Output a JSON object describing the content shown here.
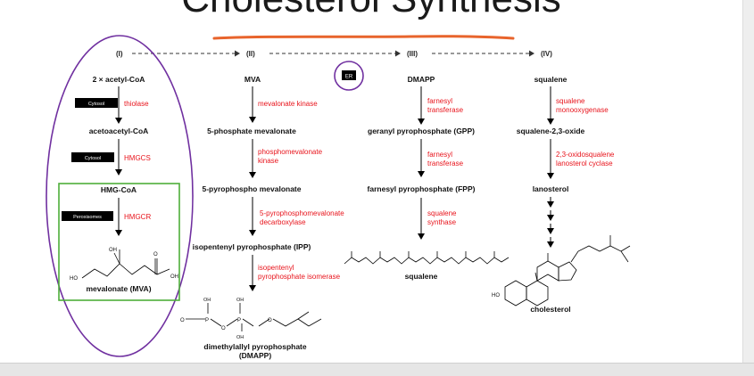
{
  "title": "Cholesterol Synthesis",
  "stages": {
    "i": "(I)",
    "ii": "(II)",
    "iii": "(III)",
    "iv": "(IV)"
  },
  "er_badge": "ER",
  "col1": {
    "start": "2 × acetyl-CoA",
    "loc1": "Cytosol",
    "enz1": "thiolase",
    "m2": "acetoacetyl-CoA",
    "loc2": "Cytosol",
    "enz2": "HMGCS",
    "m3": "HMG-CoA",
    "loc3": "Peroxisomes",
    "enz3": "HMGCR",
    "struct_ho": "HO",
    "struct_oh_top": "OH",
    "struct_o": "O",
    "struct_oh": "OH",
    "product": "mevalonate (MVA)"
  },
  "col2": {
    "m1": "MVA",
    "enz1": "mevalonate kinase",
    "m2": "5-phosphate mevalonate",
    "enz2a": "phosphomevalonate",
    "enz2b": "kinase",
    "m3": "5-pyrophospho mevalonate",
    "enz3a": "5-pyrophosphomevalonate",
    "enz3b": "decarboxylase",
    "m4": "isopentenyl pyrophosphate (IPP)",
    "enz4a": "isopentenyl",
    "enz4b": "pyrophosphate isomerase",
    "struct_oh1": "OH",
    "struct_oh2": "OH",
    "struct_p1": "P",
    "struct_p2": "P",
    "struct_o1": "O",
    "struct_o2": "O",
    "struct_o3": "O",
    "struct_oh3": "OH",
    "product_a": "dimethylallyl pyrophosphate",
    "product_b": "(DMAPP)"
  },
  "col3": {
    "m1": "DMAPP",
    "enz1a": "farnesyl",
    "enz1b": "transferase",
    "m2": "geranyl pyrophosphate (GPP)",
    "enz2a": "farnesyl",
    "enz2b": "transferase",
    "m3": "farnesyl pyrophosphate (FPP)",
    "enz3a": "squalene",
    "enz3b": "synthase",
    "product": "squalene"
  },
  "col4": {
    "m1": "squalene",
    "enz1a": "squalene",
    "enz1b": "monooxygenase",
    "m2": "squalene-2,3-oxide",
    "enz2a": "2,3-oxidosqualene",
    "enz2b": "lanosterol cyclase",
    "m3": "lanosterol",
    "struct_ho": "HO",
    "product": "cholesterol"
  },
  "colors": {
    "enzyme": "#e8141c",
    "annotation_purple": "#7030a0",
    "annotation_green": "#4eae3a",
    "underline": "#e8642c",
    "label_bg": "#000000"
  }
}
